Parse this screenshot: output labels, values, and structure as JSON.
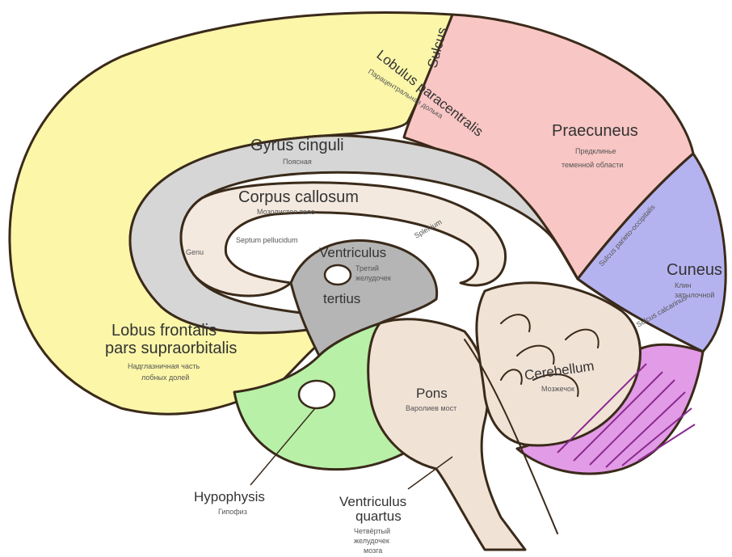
{
  "colors": {
    "frontal": "#fbf6a8",
    "parietal": "#f8c6c4",
    "cuneus": "#b5b3ef",
    "cingulate": "#d6d6d6",
    "callosum": "#f3e9df",
    "ventricle": "#b5b5b5",
    "hypophysis_region": "#b8f0a8",
    "brainstem": "#f1e2d6",
    "cerebellum": "#f1e2d6",
    "occipital_lower": "#e29be6",
    "outline": "#3a2a1a"
  },
  "labels": {
    "sulcus": "Sulcus",
    "lobulus_paracentralis": "Lobulus paracentralis",
    "lobulus_paracentralis_ru": "Парацентральная долька",
    "praecuneus": "Praecuneus",
    "praecuneus_ru_1": "Предклинье",
    "praecuneus_ru_2": "теменной области",
    "gyrus_cinguli": "Gyrus cinguli",
    "gyrus_cinguli_ru": "Поясная",
    "corpus_callosum": "Corpus callosum",
    "corpus_callosum_ru": "Мозолистое тело",
    "genu": "Genu",
    "septum": "Septum pellucidum",
    "ventriculus": "Ventriculus",
    "tertius": "tertius",
    "ventriculus_ru_1": "Третий",
    "ventriculus_ru_2": "желудочек",
    "splenium": "Splenium",
    "cuneus": "Cuneus",
    "cuneus_ru": "Клин",
    "cuneus_ru_2": "затылочной",
    "lobulus_frontalis_1": "Lobus frontalis",
    "lobulus_frontalis_2": "pars supraorbitalis",
    "lobulus_frontalis_ru_1": "Надглазничная часть",
    "lobulus_frontalis_ru_2": "лобных долей",
    "cerebellum": "Cerebellum",
    "cerebellum_ru": "Мозжечок",
    "pons": "Pons",
    "pons_ru": "Варолиев мост",
    "hypophysis": "Hypophysis",
    "hypophysis_ru": "Гипофиз",
    "ventriculus_quartus_1": "Ventriculus",
    "ventriculus_quartus_2": "quartus",
    "ventriculus_quartus_ru_1": "Четвёртый",
    "ventriculus_quartus_ru_2": "желудочек",
    "ventriculus_quartus_ru_3": "мозга",
    "sulcus_parieto": "Sulcus parieto-occipitalis",
    "sulcus_calcarinus": "Sulcus calcarinus"
  }
}
